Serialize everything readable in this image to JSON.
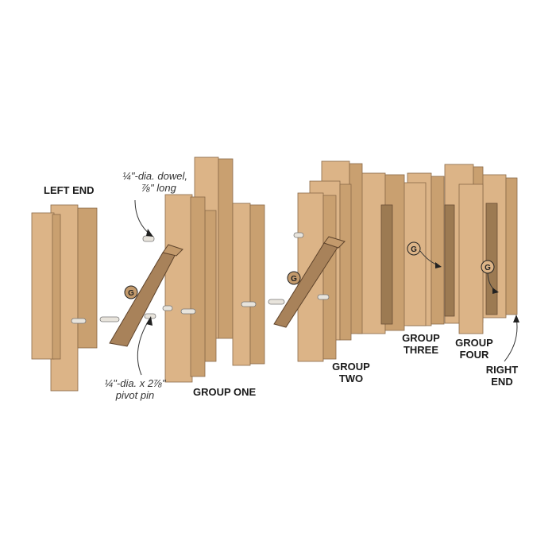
{
  "labels": {
    "left_end": "LEFT END",
    "group_one": "GROUP ONE",
    "group_two": [
      "GROUP",
      "TWO"
    ],
    "group_three": [
      "GROUP",
      "THREE"
    ],
    "group_four": [
      "GROUP",
      "FOUR"
    ],
    "right_end": [
      "RIGHT",
      "END"
    ]
  },
  "callouts": {
    "dowel": [
      "¼\"-dia. dowel,",
      "⅞\" long"
    ],
    "pivot_pin": [
      "¼\"-dia. x 2⅞\"",
      "pivot pin"
    ]
  },
  "part_marker": "G"
}
